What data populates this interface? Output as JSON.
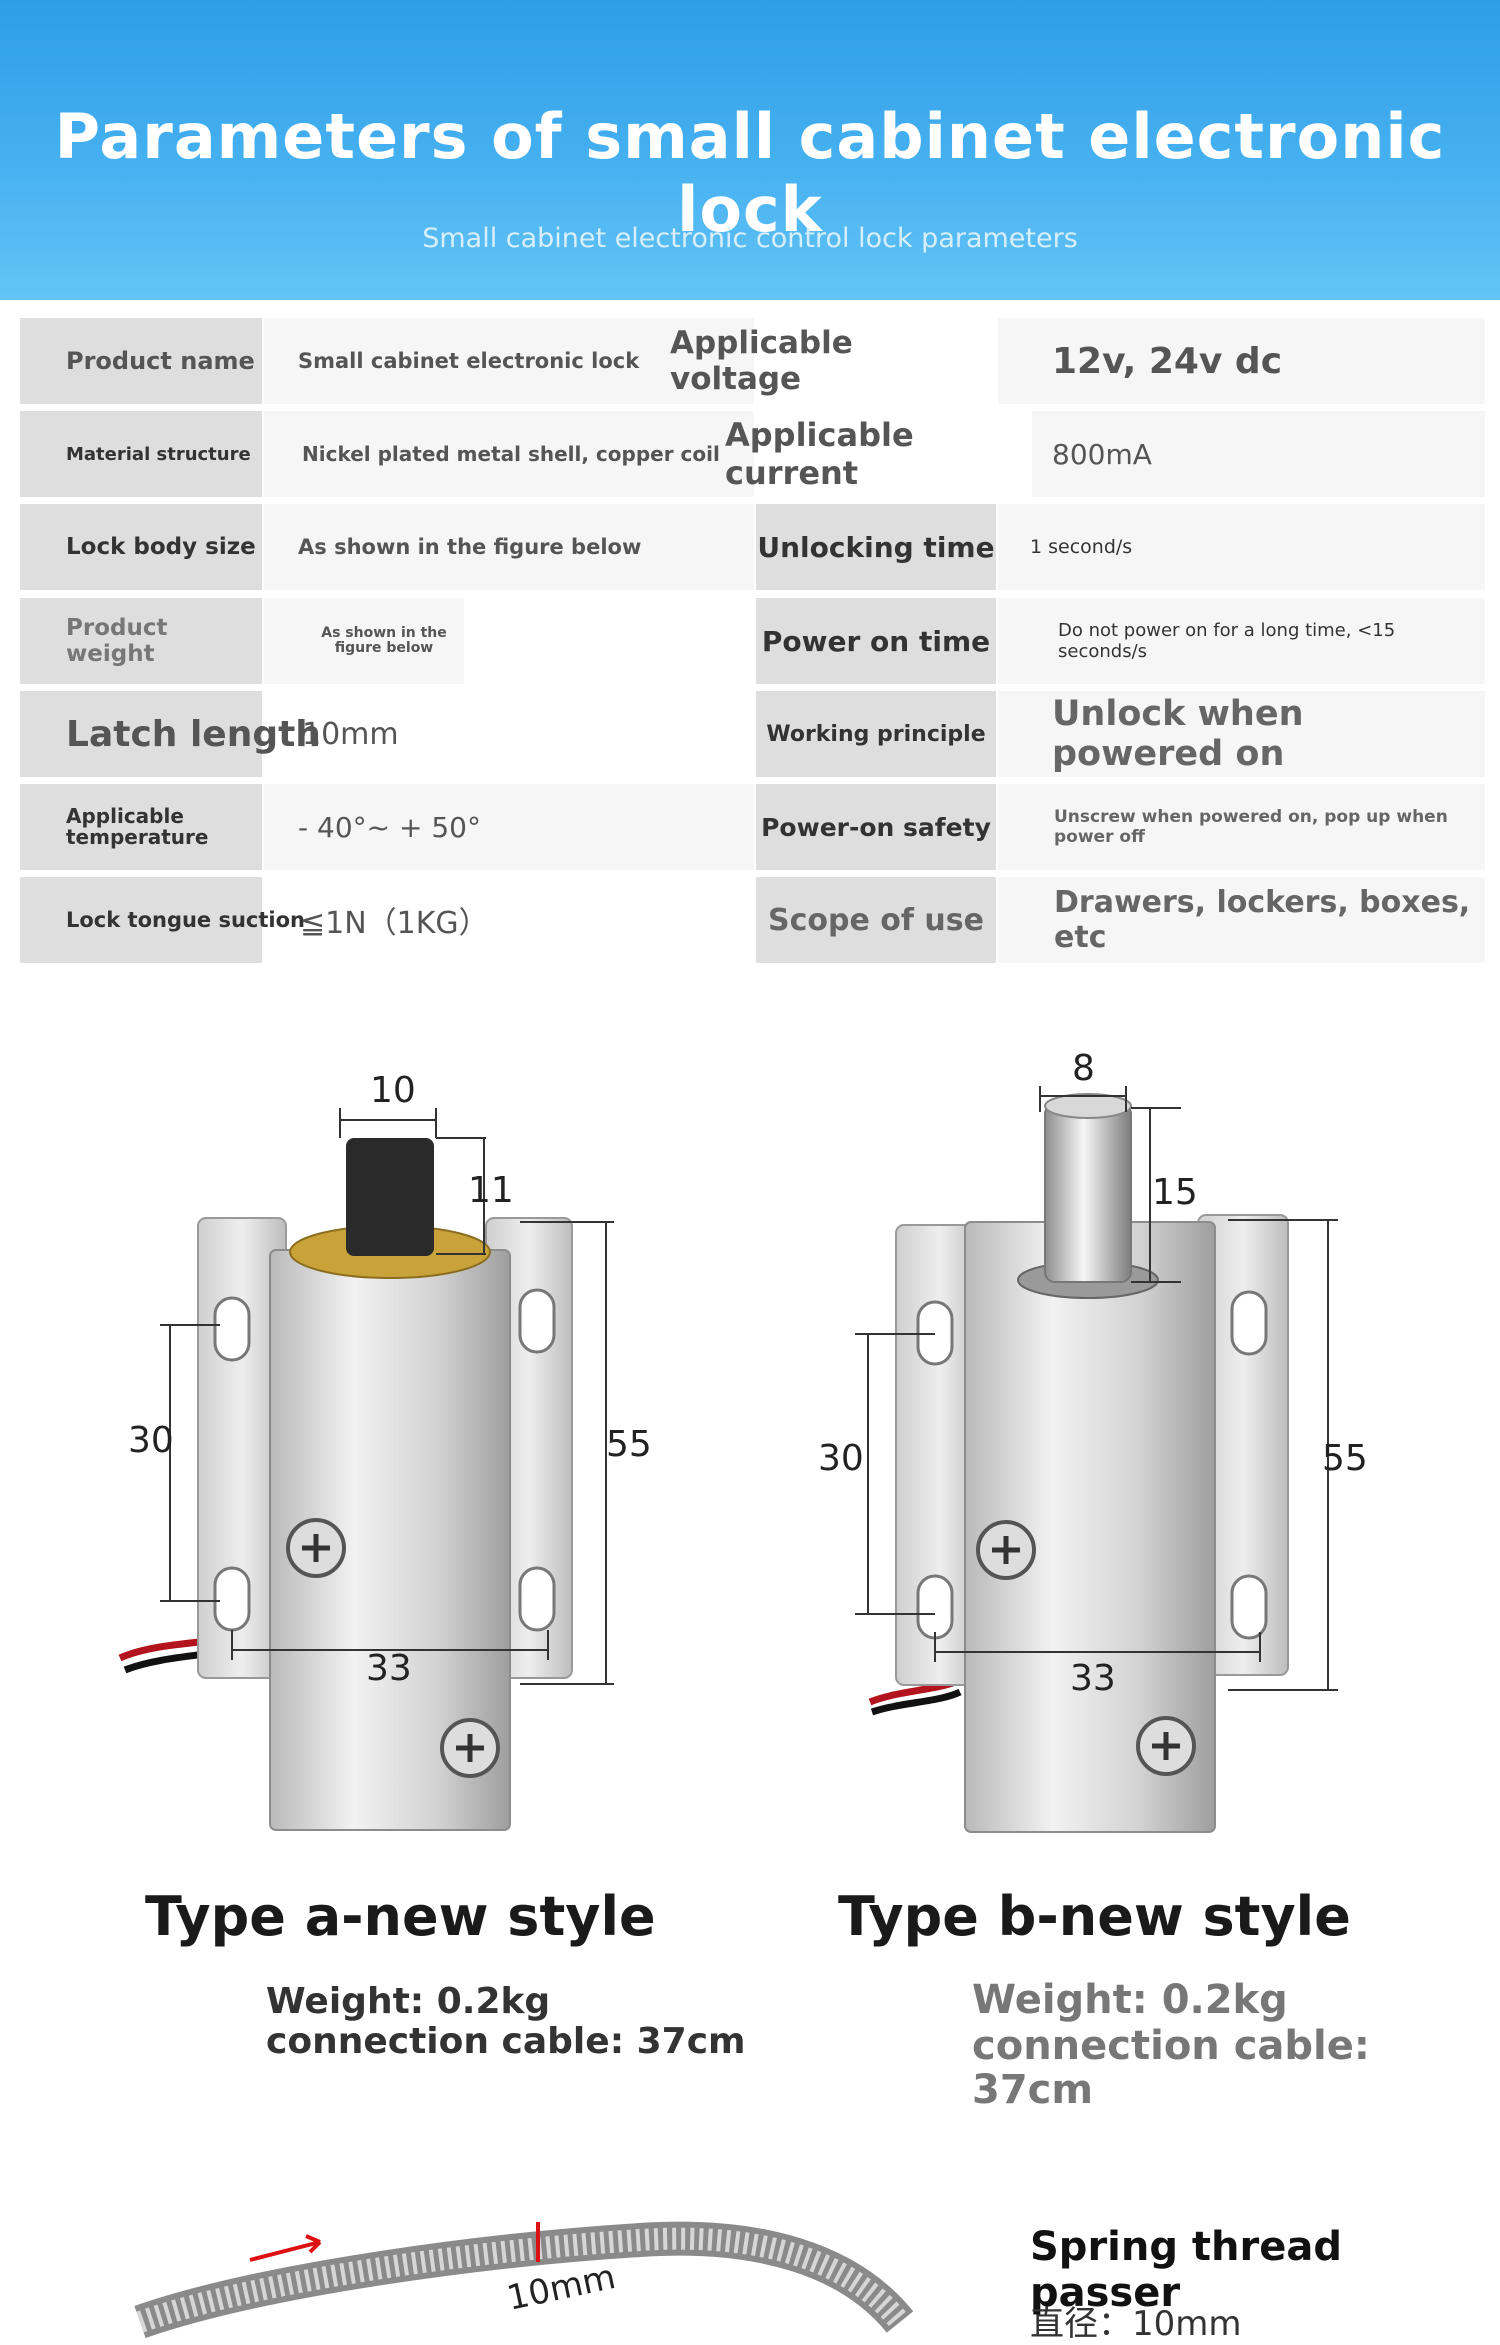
{
  "banner": {
    "title": "Parameters of small cabinet electronic lock",
    "subtitle": "Small cabinet electronic control lock parameters"
  },
  "specs": [
    {
      "label1": "Product name",
      "value1": "Small cabinet electronic lock",
      "label2": "Applicable voltage",
      "value2": "12v, 24v dc"
    },
    {
      "label1": "Material structure",
      "value1": "Nickel plated metal shell, copper coil",
      "label2": "Applicable current",
      "value2": "800mA"
    },
    {
      "label1": "Lock body size",
      "value1": "As shown in the figure below",
      "label2": "Unlocking time",
      "value2": "1 second/s"
    },
    {
      "label1": "Product weight",
      "value1": "As shown in the figure below",
      "label2": "Power on time",
      "value2": "Do not power on for a long time, <15 seconds/s"
    },
    {
      "label1": "Latch length",
      "value1": "10mm",
      "label2": "Working principle",
      "value2": "Unlock when powered on"
    },
    {
      "label1": "Applicable temperature",
      "value1": "- 40°~ + 50°",
      "label2": "Power-on safety",
      "value2": "Unscrew when powered on, pop up when power off"
    },
    {
      "label1": "Lock tongue suction",
      "value1": "≦1N（1KG）",
      "label2": "Scope of use",
      "value2": "Drawers, lockers, boxes, etc"
    }
  ],
  "type_a": {
    "title": "Type a-new style",
    "weight": "Weight: 0.2kg",
    "cable": "connection cable: 37cm",
    "dims": {
      "top": "10",
      "tongue": "11",
      "left": "30",
      "right": "55",
      "bottom": "33"
    }
  },
  "type_b": {
    "title": "Type b-new style",
    "weight": "Weight: 0.2kg",
    "cable": "connection cable: 37cm",
    "dims": {
      "top": "8",
      "tongue": "15",
      "left": "30",
      "right": "55",
      "bottom": "33"
    }
  },
  "spring": {
    "title": "Spring thread passer",
    "label": "10mm",
    "sub": "直径：10mm"
  },
  "colors": {
    "banner": "#3aa7ec",
    "label_bg": "#dedede",
    "value_bg": "#f6f6f6"
  }
}
